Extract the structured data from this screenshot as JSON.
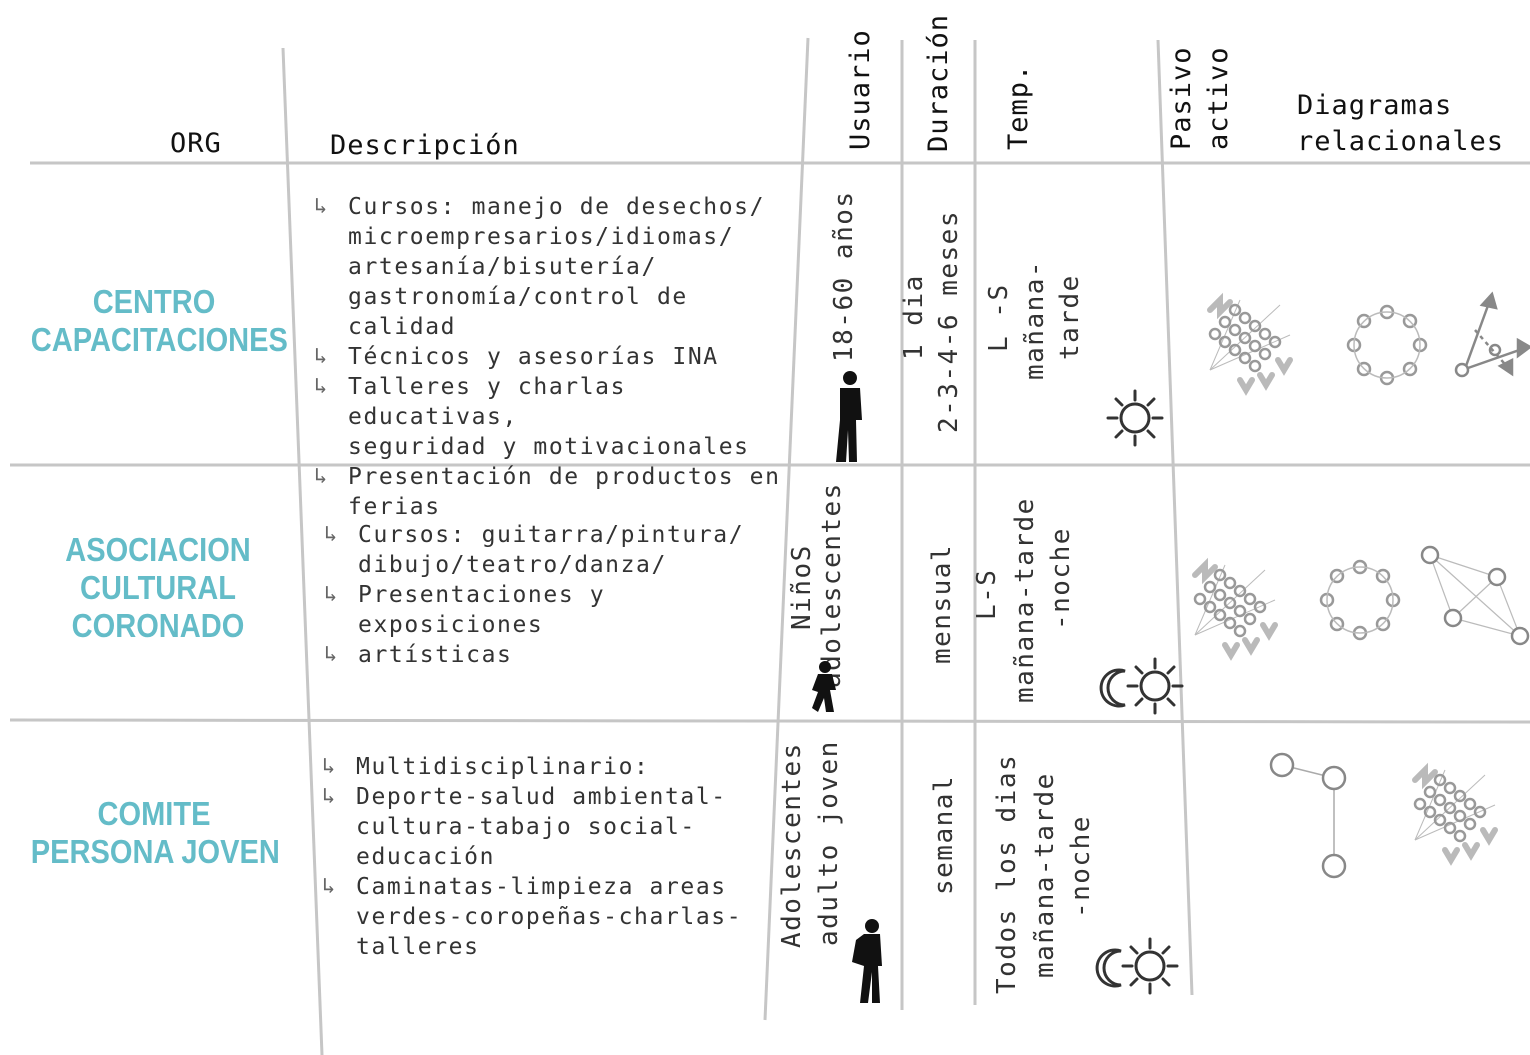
{
  "headers": {
    "org": "ORG",
    "descripcion": "Descripción",
    "usuario": "Usuario",
    "duracion": "Duración",
    "temp": "Temp.",
    "pasivo_line1": "Pasivo",
    "pasivo_line2": "activo",
    "diagramas_line1": "Diagramas",
    "diagramas_line2": "relacionales"
  },
  "rows": [
    {
      "org_line1": "CENTRO",
      "org_line2": "CAPACITACIONES",
      "items": [
        "Cursos: manejo de desechos/\nmicroempresarios/idiomas/\nartesanía/bisutería/\ngastronomía/control de calidad",
        "Técnicos y asesorías INA",
        "Talleres y charlas educativas,\nseguridad y motivacionales",
        "Presentación de productos en\nferias"
      ],
      "usuario_line1": "18-60 años",
      "duracion_line1": "1 dia",
      "duracion_line2": "2-3-4-6 meses",
      "temp_line1": "L -S",
      "temp_line2": "mañana-",
      "temp_line3": "tarde",
      "pasivo_icon": "sun-icon",
      "user_icon": "man-silhouette-icon",
      "diagrams": [
        "cluster-diagram-icon",
        "ring-diagram-icon",
        "arrows-diagram-icon"
      ]
    },
    {
      "org_line1": "ASOCIACION",
      "org_line2": "CULTURAL",
      "org_line3": "CORONADO",
      "items": [
        "Cursos: guitarra/pintura/\ndibujo/teatro/danza/",
        "Presentaciones y\nexposiciones",
        "artísticas"
      ],
      "usuario_line1": "NiñoS",
      "usuario_line2": "adolescentes",
      "duracion_line1": "mensual",
      "temp_line1": "L-S",
      "temp_line2": "mañana-tarde",
      "temp_line3": "-noche",
      "pasivo_icon": "moon-sun-icon",
      "user_icon": "child-silhouette-icon",
      "diagrams": [
        "cluster-diagram-icon",
        "ring-diagram-icon",
        "network-diagram-icon"
      ]
    },
    {
      "org_line1": "COMITE",
      "org_line2": "PERSONA JOVEN",
      "items": [
        "Multidisciplinario:",
        "Deporte-salud ambiental-\ncultura-tabajo social-\neducación",
        "Caminatas-limpieza areas\nverdes-coropeñas-charlas-\ntalleres"
      ],
      "usuario_line1": "Adolescentes",
      "usuario_line2": "adulto joven",
      "duracion_line1": "semanal",
      "temp_line1": "Todos los dias",
      "temp_line2": "mañana-tarde",
      "temp_line3": "-noche",
      "pasivo_icon": "moon-sun-icon",
      "user_icon": "woman-silhouette-icon",
      "diagrams": [
        "tree-diagram-icon",
        "cluster-diagram-icon"
      ]
    }
  ],
  "colors": {
    "org_text": "#64bcc8",
    "grid_line": "#c8c8c8"
  }
}
